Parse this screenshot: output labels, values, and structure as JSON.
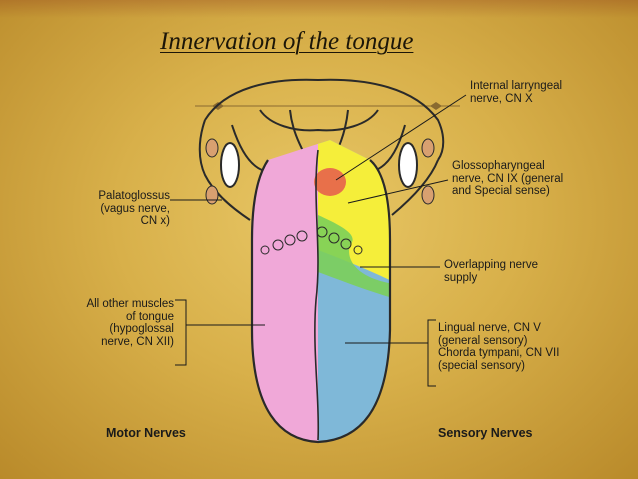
{
  "title": "Innervation of the tongue",
  "labels": {
    "internal_laryngeal": "Internal larryngeal\nnerve, CN X",
    "glossopharyngeal": "Glossopharyngeal\nnerve, CN IX (general\nand Special sense)",
    "palatoglossus": "Palatoglossus\n(vagus nerve,\nCN x)",
    "overlapping": "Overlapping nerve\nsupply",
    "other_muscles": "All other muscles\nof tongue\n(hypoglossal\nnerve, CN XII)",
    "lingual": "Lingual nerve, CN V\n(general sensory)\nChorda tympani, CN VII\n(special sensory)"
  },
  "footer": {
    "motor": "Motor Nerves",
    "sensory": "Sensory Nerves"
  },
  "colors": {
    "motor_region": "#f0a8d8",
    "sensory_anterior": "#7fb8d8",
    "glossopharyngeal_region": "#f5ee3a",
    "overlap_region": "#7ccf5a",
    "laryngeal_region": "#e8704a"
  }
}
